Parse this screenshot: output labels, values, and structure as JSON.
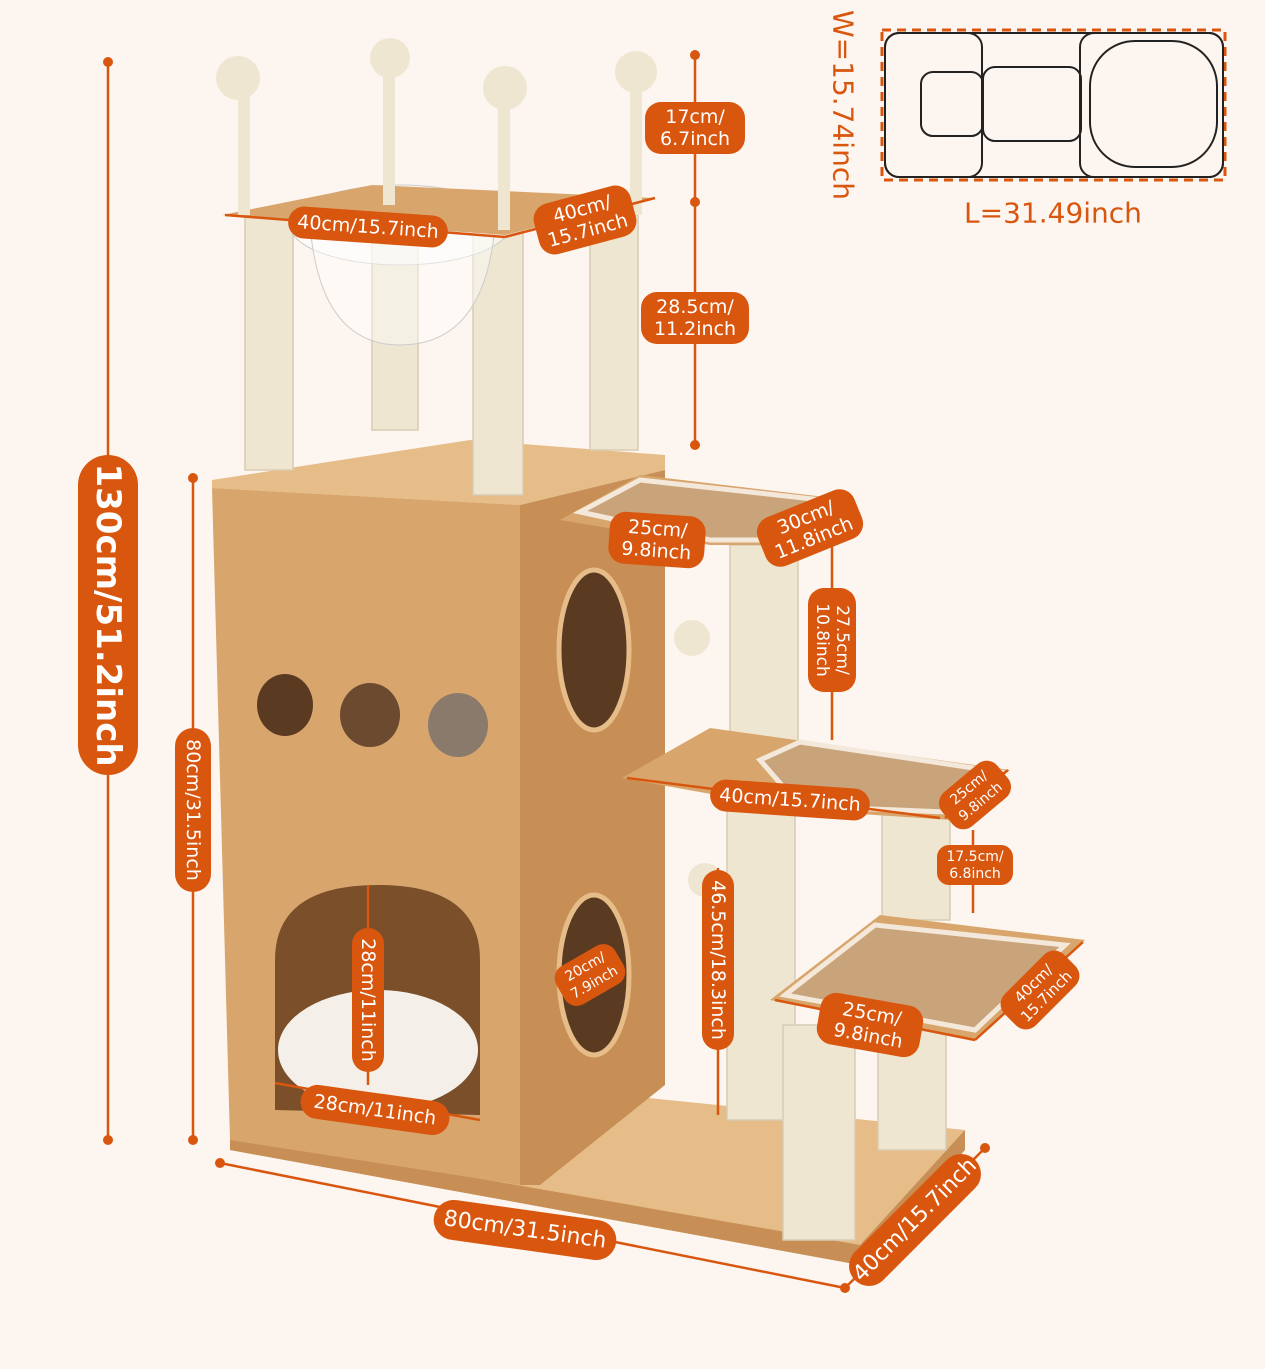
{
  "colors": {
    "accent": "#d9560f",
    "background": "#fdf5ef",
    "wood": "#d8a66c"
  },
  "footprint": {
    "width_label": "W=15.74inch",
    "length_label": "L=31.49inch"
  },
  "dims": {
    "total_height": "130cm/51.2inch",
    "cabinet_height": "80cm/31.5inch",
    "post_top": [
      "17cm/",
      "6.7inch"
    ],
    "post_height": [
      "28.5cm/",
      "11.2inch"
    ],
    "top_length": "40cm/15.7inch",
    "top_width": [
      "40cm/",
      "15.7inch"
    ],
    "upper_step_length": [
      "25cm/",
      "9.8inch"
    ],
    "upper_step_width": [
      "30cm/",
      "11.8inch"
    ],
    "upper_post": [
      "27.5cm/",
      "10.8inch"
    ],
    "middle_step_length": "40cm/15.7inch",
    "middle_step_width": [
      "25cm/",
      "9.8inch"
    ],
    "middle_gap": [
      "17.5cm/",
      "6.8inch"
    ],
    "middle_post": "46.5cm/18.3inch",
    "side_hole": [
      "20cm/",
      "7.9inch"
    ],
    "cave_height": "28cm/11inch",
    "cave_width": "28cm/11inch",
    "lower_step_length": [
      "25cm/",
      "9.8inch"
    ],
    "lower_step_width": [
      "40cm/",
      "15.7inch"
    ],
    "base_length": "80cm/31.5inch",
    "base_width": "40cm/15.7inch"
  }
}
